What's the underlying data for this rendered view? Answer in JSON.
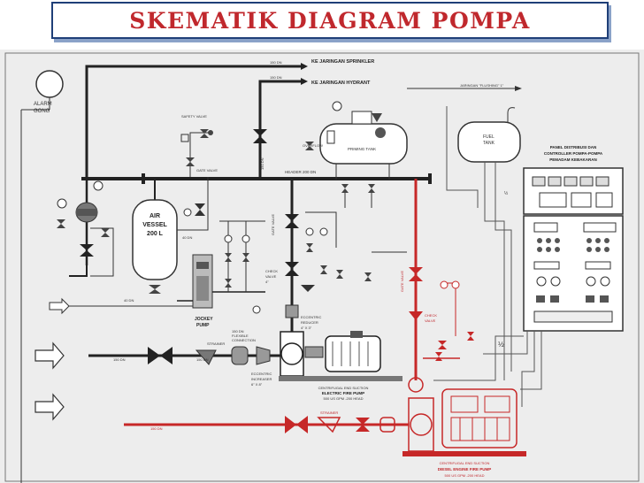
{
  "title": "SKEMATIK DIAGRAM POMPA",
  "labels": {
    "alarm_gong": [
      "ALARM",
      "GONG"
    ],
    "ke_jaringan_sprinkler": "KE JARINGAN SPRINKLER",
    "ke_jaringan_hydrant": "KE JARINGAN HYDRANT",
    "jaringan_flushing": "JARINGAN \"FLUSHING\" 1\"",
    "safety_valve": "SAFETY VALVE",
    "gate_valve": "GATE VALVE",
    "overflow": "OVERFLOW",
    "priming_tank": "PRIMING TANK",
    "fuel_tank": [
      "FUEL",
      "TANK"
    ],
    "panel": [
      "PANEL DISTRIBUSI DAN",
      "CONTROLLER POMPA-POMPA",
      "PEMADAM KEBAKARAN"
    ],
    "header": "HEADER 200 DN",
    "air_vessel": [
      "AIR",
      "VESSEL",
      "200 L"
    ],
    "jockey_pump": [
      "JOCKEY",
      "PUMP"
    ],
    "check_valve": [
      "CHECK",
      "VALVE",
      "4\""
    ],
    "eccentric_reducer": [
      "ECCENTRIC",
      "REDUCER",
      "4\" X 3\""
    ],
    "flexible_connection": [
      "150 DN",
      "FLEXIBLE",
      "CONNECTION"
    ],
    "eccentric_increaser": [
      "ECCENTRIC",
      "INCREASER",
      "6\" X 8\""
    ],
    "electric_fire_pump": [
      "CENTRIFUGAL END SUCTION",
      "ELECTRIC FIRE PUMP",
      "500 US GPM -200 HEAD"
    ],
    "diesel_fire_pump": [
      "CENTRIFUGAL END SUCTION",
      "DIESEL ENGINE FIRE PUMP",
      "500 US GPM -200 HEAD"
    ],
    "strainer": "STRAINER",
    "half": "½",
    "dn150": "150 DN",
    "dn100": "100 DN",
    "dn40": "40 DN"
  },
  "colors": {
    "title": "#c0282d",
    "title_border": "#1f3f78",
    "pipe": "#222222",
    "fire_line": "#c62828",
    "panel_bg": "#ededed"
  }
}
